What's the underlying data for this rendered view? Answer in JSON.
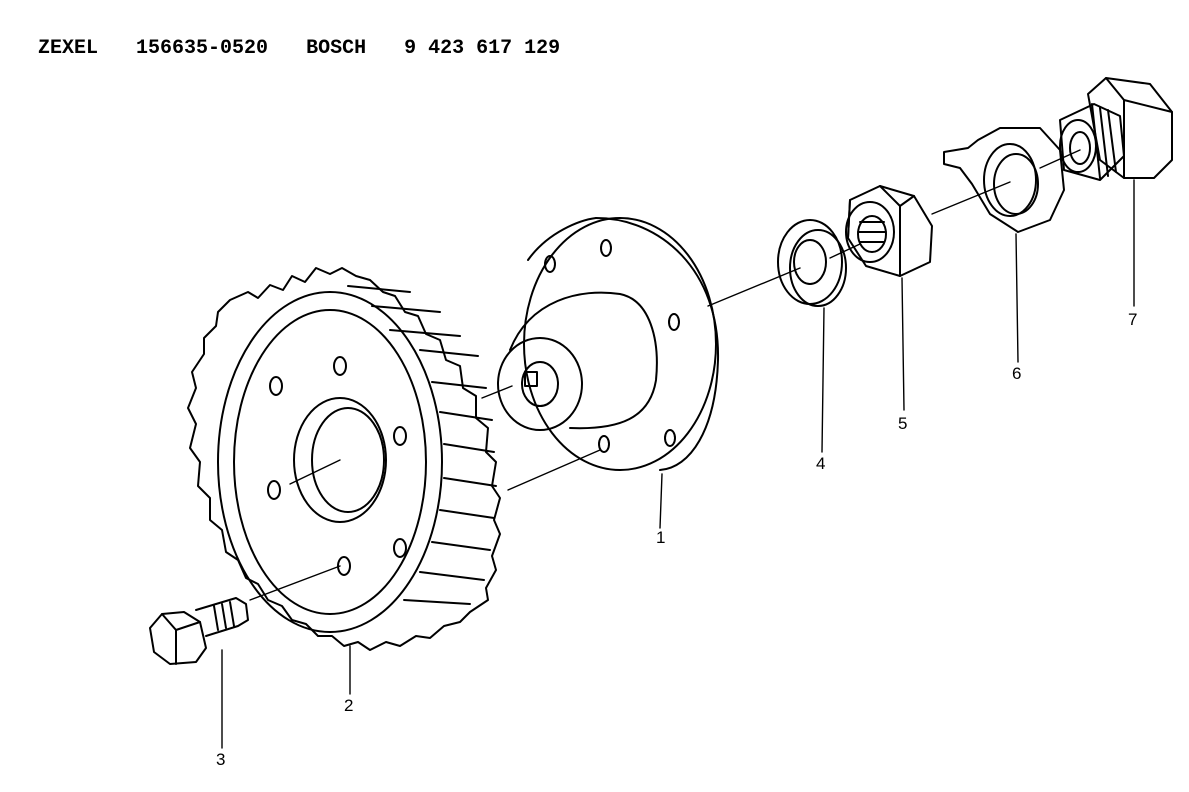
{
  "header": {
    "brand1": "ZEXEL",
    "part1": "156635-0520",
    "brand2": "BOSCH",
    "part2": "9 423 617 129"
  },
  "callouts": [
    "1",
    "2",
    "3",
    "4",
    "5",
    "6",
    "7"
  ]
}
